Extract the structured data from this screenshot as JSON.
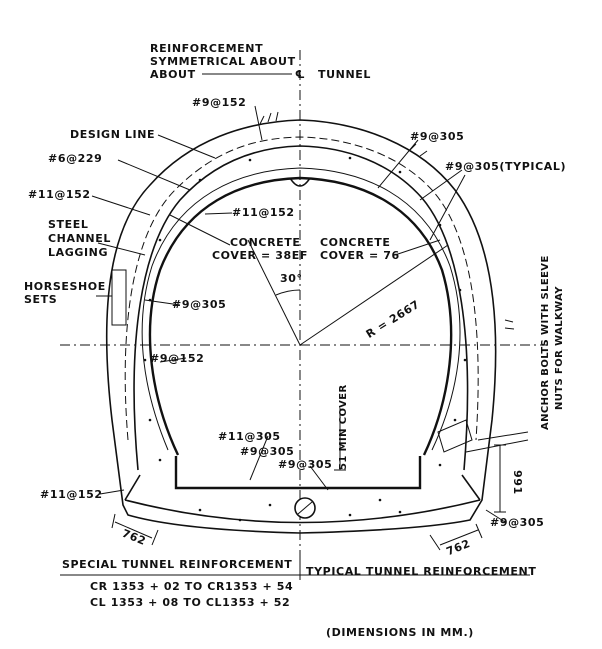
{
  "title": {
    "line1": "REINFORCEMENT",
    "line2": "SYMMETRICAL ABOUT",
    "line3": "ABOUT",
    "line3b": "TUNNEL",
    "centerline_symbol": "℄"
  },
  "labels": {
    "bar_9_152_top": "#9@152",
    "design_line": "DESIGN LINE",
    "bar_6_229": "#6@229",
    "bar_11_152_left": "#11@152",
    "steel": "STEEL",
    "channel": "CHANNEL",
    "lagging": "LAGGING",
    "horseshoe": "HORSESHOE",
    "sets": "SETS",
    "bar_11_152_inner": "#11@152",
    "concrete_cover_left_1": "CONCRETE",
    "concrete_cover_left_2": "COVER = 38EF",
    "angle_30": "30°",
    "concrete_cover_right_1": "CONCRETE",
    "concrete_cover_right_2": "COVER = 76",
    "radius": "R = 2667",
    "bar_9_305_top": "#9@305",
    "bar_9_305_typical": "#9@305(TYPICAL)",
    "bar_9_305_left": "#9@305",
    "bar_9_152_left": "#9@152",
    "anchor_1": "ANCHOR BOLTS WITH SLEEVE",
    "anchor_2": "NUTS FOR WALKWAY",
    "min_cover": "51 MIN COVER",
    "bar_11_305": "#11@305",
    "bar_9_305_invert_1": "#9@305",
    "bar_9_305_invert_2": "#9@305",
    "bar_11_152_bottom": "#11@152",
    "bar_9_305_right": "#9@305",
    "dim_762_left": "762",
    "dim_762_right": "762",
    "dim_991": "991"
  },
  "legend": {
    "special": "SPECIAL TUNNEL REINFORCEMENT",
    "typical": "TYPICAL TUNNEL REINFORCEMENT",
    "station_1": "CR 1353 + 02  TO  CR1353 + 54",
    "station_2": "CL 1353 + 08  TO  CL1353 + 52",
    "units": "(DIMENSIONS IN MM.)"
  }
}
